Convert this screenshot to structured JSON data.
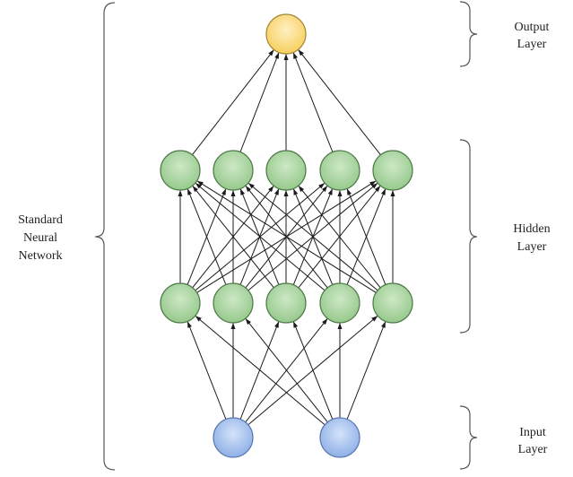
{
  "labels": {
    "output_line1": "Output",
    "output_line2": "Layer",
    "hidden_line1": "Hidden",
    "hidden_line2": "Layer",
    "input_line1": "Input",
    "input_line2": "Layer",
    "network_line1": "Standard",
    "network_line2": "Neural",
    "network_line3": "Network"
  },
  "network": {
    "layers": [
      {
        "name": "input",
        "nodes": 2
      },
      {
        "name": "hidden-1",
        "nodes": 5
      },
      {
        "name": "hidden-2",
        "nodes": 5
      },
      {
        "name": "output",
        "nodes": 1
      }
    ],
    "connectivity": "fully-connected"
  },
  "colors": {
    "input_fill": "#a9c4ef",
    "input_stroke": "#5a79b0",
    "hidden_fill": "#a9d5a0",
    "hidden_stroke": "#4f7a49",
    "output_fill": "#fbd97a",
    "output_stroke": "#a58a36",
    "edge": "#1a1a1a",
    "brace": "#555555"
  }
}
